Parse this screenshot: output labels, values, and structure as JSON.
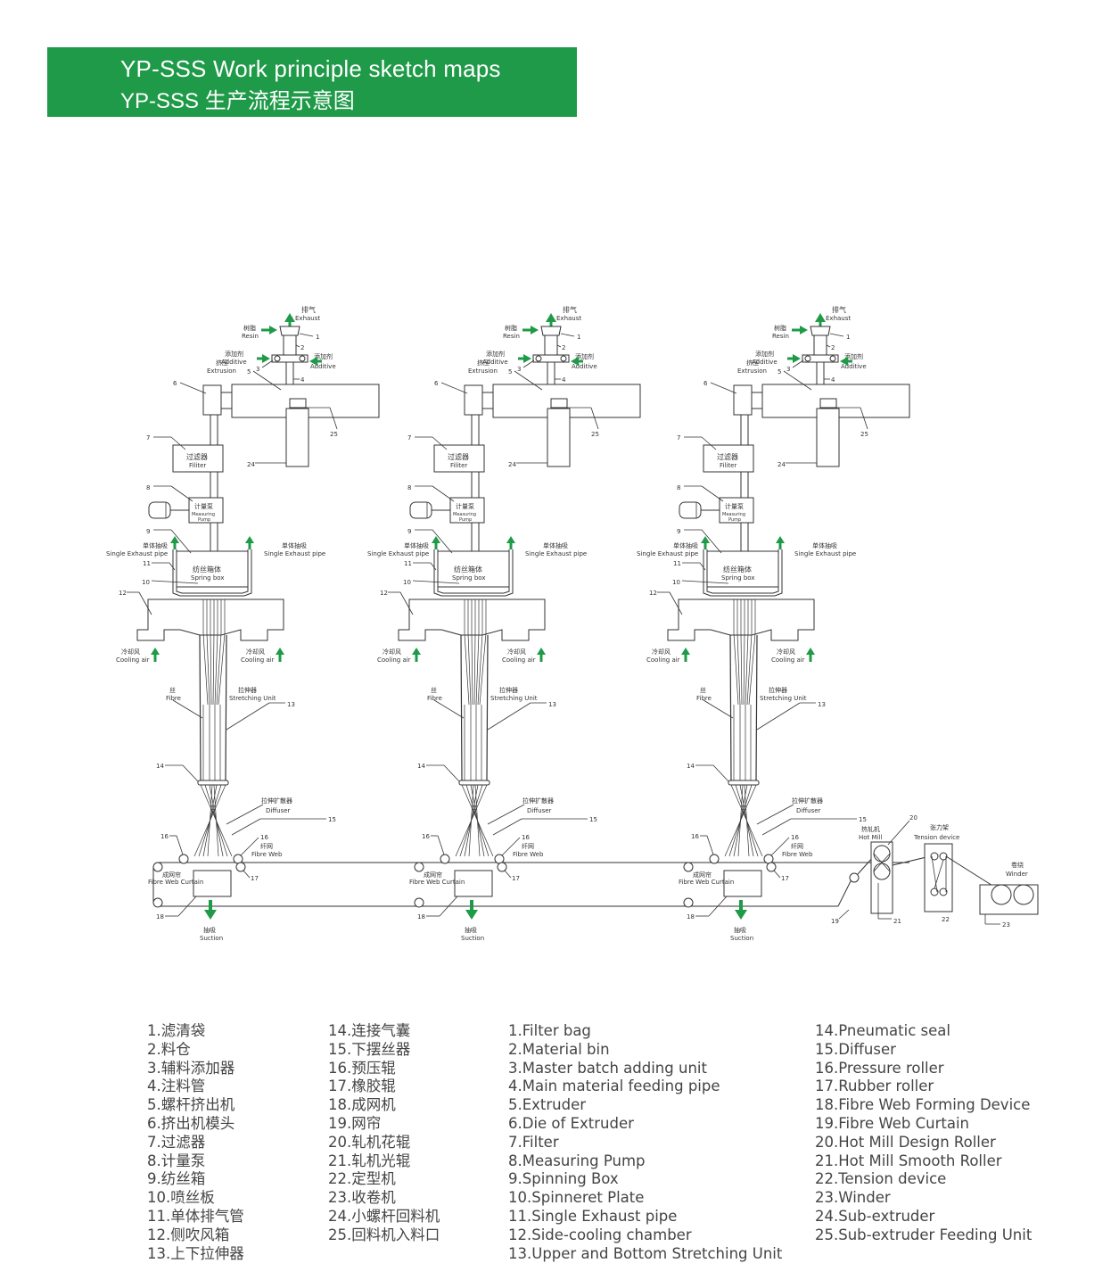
{
  "header": {
    "title_en": "YP-SSS  Work principle sketch maps",
    "title_cn": "YP-SSS 生产流程示意图"
  },
  "colors": {
    "banner": "#1f9a48",
    "arrow": "#1f9a48",
    "line": "#333333"
  },
  "diagram": {
    "labels": {
      "exhaust_cn": "排气",
      "exhaust_en": "Exhaust",
      "resin_cn": "树脂",
      "resin_en": "Resin",
      "additive_cn": "添加剂",
      "additive_en": "Additive",
      "extrusion_cn": "挤压",
      "extrusion_en": "Extrusion",
      "filter_cn": "过滤器",
      "filter_en": "Filiter",
      "pump_cn": "计量泵",
      "pump_en1": "Measuring",
      "pump_en2": "Pump",
      "single_exhaust_cn": "单体抽吸",
      "single_exhaust_en": "Single Exhaust pipe",
      "spin_box_cn": "纺丝箱体",
      "spin_box_en": "Spring box",
      "cooling_cn": "冷却风",
      "cooling_en": "Cooling air",
      "fibre_cn": "丝",
      "fibre_en": "Fibre",
      "stretch_cn": "拉伸器",
      "stretch_en": "Stretching Unit",
      "diffuser_cn": "拉伸扩散器",
      "diffuser_en": "Diffuser",
      "fibre_web_cn": "纤网",
      "fibre_web_en": "Fibre Web",
      "curtain_cn": "成网帘",
      "curtain_en": "Fibre Web Curtain",
      "suction_cn": "抽吸",
      "suction_en": "Suction",
      "hot_mill_cn": "热轧机",
      "hot_mill_en": "Hot Mill",
      "tension_cn": "张力架",
      "tension_en": "Tension device",
      "winder_cn": "卷绕",
      "winder_en": "Winder"
    },
    "numbers": [
      "1",
      "2",
      "3",
      "4",
      "5",
      "6",
      "7",
      "8",
      "9",
      "10",
      "11",
      "12",
      "13",
      "14",
      "15",
      "16",
      "17",
      "18",
      "19",
      "20",
      "21",
      "22",
      "23",
      "24",
      "25"
    ]
  },
  "legend": {
    "cn_col1": [
      "1.滤清袋",
      "2.料仓",
      "3.辅料添加器",
      "4.注料管",
      "5.螺杆挤出机",
      "6.挤出机模头",
      "7.过滤器",
      "8.计量泵",
      "9.纺丝箱",
      "10.喷丝板",
      "11.单体排气管",
      "12.侧吹风箱",
      "13.上下拉伸器"
    ],
    "cn_col2": [
      "14.连接气囊",
      "15.下摆丝器",
      "16.预压辊",
      "17.橡胶辊",
      "18.成网机",
      "19.网帘",
      "20.轧机花辊",
      "21.轧机光辊",
      "22.定型机",
      "23.收卷机",
      "24.小螺杆回料机",
      "25.回料机入料口"
    ],
    "en_col1": [
      "1.Filter bag",
      "2.Material bin",
      "3.Master batch adding unit",
      "4.Main material feeding pipe",
      "5.Extruder",
      "6.Die of Extruder",
      "7.Filter",
      "8.Measuring Pump",
      "9.Spinning Box",
      "10.Spinneret Plate",
      "11.Single Exhaust pipe",
      "12.Side-cooling chamber",
      "13.Upper and Bottom Stretching Unit"
    ],
    "en_col2": [
      "14.Pneumatic seal",
      "15.Diffuser",
      "16.Pressure roller",
      "17.Rubber roller",
      "18.Fibre Web Forming Device",
      "19.Fibre Web Curtain",
      "20.Hot Mill Design Roller",
      "21.Hot Mill Smooth Roller",
      "22.Tension device",
      "23.Winder",
      "24.Sub-extruder",
      "25.Sub-extruder Feeding Unit"
    ]
  }
}
